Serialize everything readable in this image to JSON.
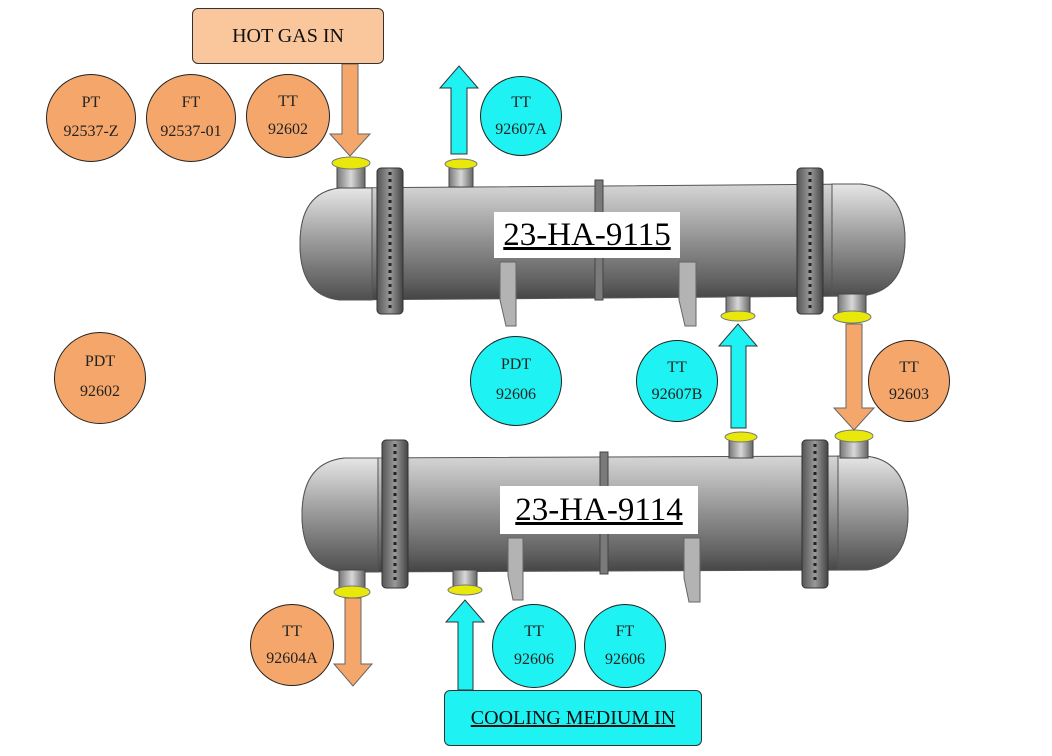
{
  "colors": {
    "hot": "#f5a76b",
    "cold": "#1ef2f3",
    "steel": "#8c8c8c",
    "flange": "#e8e80a"
  },
  "inlets": {
    "hot_gas": "HOT GAS IN",
    "cooling_medium": "COOLING MEDIUM IN"
  },
  "exchangers": [
    {
      "tag": "23-HA-9115"
    },
    {
      "tag": "23-HA-9114"
    }
  ],
  "instruments": [
    {
      "tag": "PT",
      "number": "92537-Z",
      "color": "orange"
    },
    {
      "tag": "FT",
      "number": "92537-01",
      "color": "orange"
    },
    {
      "tag": "TT",
      "number": "92602",
      "color": "orange"
    },
    {
      "tag": "TT",
      "number": "92607A",
      "color": "cyan"
    },
    {
      "tag": "PDT",
      "number": "92602",
      "color": "orange"
    },
    {
      "tag": "PDT",
      "number": "92606",
      "color": "cyan"
    },
    {
      "tag": "TT",
      "number": "92607B",
      "color": "cyan"
    },
    {
      "tag": "TT",
      "number": "92603",
      "color": "orange"
    },
    {
      "tag": "TT",
      "number": "92604A",
      "color": "orange"
    },
    {
      "tag": "TT",
      "number": "92606",
      "color": "cyan"
    },
    {
      "tag": "FT",
      "number": "92606",
      "color": "cyan"
    }
  ]
}
